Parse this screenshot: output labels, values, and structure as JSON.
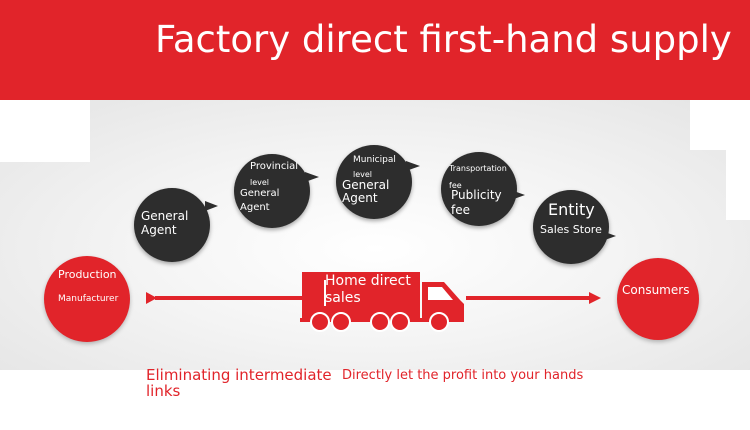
{
  "banner": {
    "title": "Factory direct first-hand supply"
  },
  "flow": {
    "start": {
      "line1": "Production",
      "line2": "Manufacturer"
    },
    "bubbles": [
      {
        "line1": "General",
        "line2": "Agent"
      },
      {
        "line1": "Provincial",
        "line2": "level",
        "line3": "General",
        "line4": "Agent"
      },
      {
        "line1": "Municipal",
        "line2": "level",
        "line3": "General",
        "line4": "Agent"
      },
      {
        "line1": "Transportation",
        "line2": "fee",
        "line3": "Publicity",
        "line4": "fee"
      },
      {
        "line1": "Entity",
        "line2": "Sales Store"
      }
    ],
    "truck": {
      "line1": "Home direct",
      "line2": "sales"
    },
    "end": {
      "label": "Consumers"
    }
  },
  "footer": {
    "left_line1": "Eliminating intermediate",
    "left_line2": "links",
    "right": "Directly let the profit into your hands"
  },
  "colors": {
    "accent": "#e1242a",
    "bubble": "#2d2d2d"
  }
}
